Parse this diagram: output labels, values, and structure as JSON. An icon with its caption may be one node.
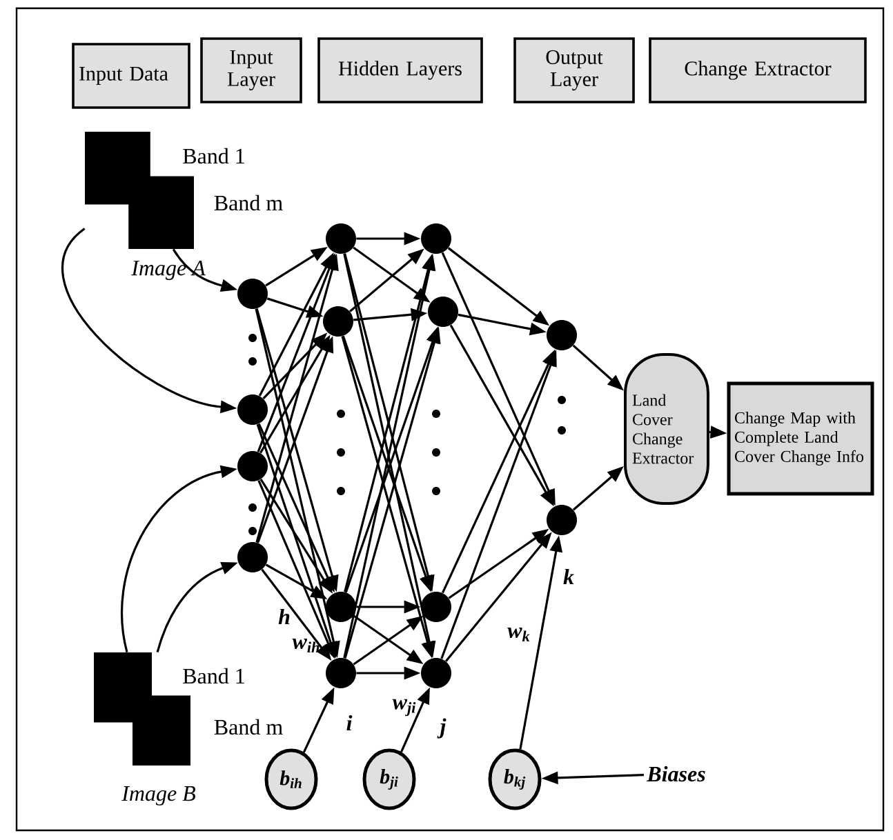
{
  "diagram": {
    "nodes": [
      {
        "text": [
          "Input Data"
        ]
      },
      {
        "text": [
          "Input Layer"
        ]
      },
      {
        "text": [
          "Hidden Layers"
        ]
      },
      {
        "text": [
          "Output Layer"
        ]
      },
      {
        "text": [
          "Change Extractor"
        ]
      },
      {
        "text": [],
        "shape": "picture",
        "beside": [
          "Band 1",
          "Band m",
          "Image A"
        ]
      },
      {
        "text": [],
        "shape": "picture",
        "beside": [
          "Band 1",
          "Band m",
          "Image B"
        ]
      },
      {
        "text": [],
        "shape": "circle"
      },
      {
        "text": [],
        "shape": "circle"
      },
      {
        "text": [],
        "shape": "circle"
      },
      {
        "text": [],
        "shape": "circle"
      },
      {
        "text": [],
        "shape": "circle"
      },
      {
        "text": [],
        "shape": "circle"
      },
      {
        "text": [],
        "shape": "circle"
      },
      {
        "text": [],
        "shape": "circle"
      },
      {
        "text": [],
        "shape": "circle"
      },
      {
        "text": [],
        "shape": "circle"
      },
      {
        "text": [],
        "shape": "circle"
      },
      {
        "text": [],
        "shape": "circle"
      },
      {
        "text": [],
        "shape": "circle"
      },
      {
        "text": [],
        "shape": "circle"
      },
      {
        "text": [
          "Land Cover Change Extractor"
        ]
      },
      {
        "text": [
          "Change Map with Complete Land Cover Change Info"
        ]
      },
      {
        "text": [
          "b$_{ih}$"
        ]
      },
      {
        "text": [
          "b$_{ji}$"
        ]
      },
      {
        "text": [
          "b$_{kj}$"
        ]
      },
      {
        "text": [
          "Biases"
        ]
      }
    ],
    "edges": [
      {
        "from": 5,
        "to": 7,
        "arrow": "to"
      },
      {
        "from": 5,
        "to": 8,
        "arrow": "to"
      },
      {
        "from": 6,
        "to": 9,
        "arrow": "to"
      },
      {
        "from": 6,
        "to": 10,
        "arrow": "to"
      },
      {
        "from": 7,
        "to": 11,
        "arrow": "to"
      },
      {
        "from": 7,
        "to": 12,
        "arrow": "to"
      },
      {
        "from": 7,
        "to": 13,
        "arrow": "to"
      },
      {
        "from": 7,
        "to": 14,
        "arrow": "to"
      },
      {
        "from": 8,
        "to": 11,
        "arrow": "to"
      },
      {
        "from": 8,
        "to": 12,
        "arrow": "to"
      },
      {
        "from": 8,
        "to": 13,
        "arrow": "to"
      },
      {
        "from": 8,
        "to": 14,
        "arrow": "to"
      },
      {
        "from": 9,
        "to": 11,
        "arrow": "to"
      },
      {
        "from": 9,
        "to": 12,
        "arrow": "to"
      },
      {
        "from": 9,
        "to": 13,
        "arrow": "to"
      },
      {
        "from": 9,
        "to": 14,
        "arrow": "to"
      },
      {
        "from": 10,
        "to": 11,
        "arrow": "to"
      },
      {
        "from": 10,
        "to": 12,
        "arrow": "to"
      },
      {
        "from": 10,
        "to": 13,
        "arrow": "to"
      },
      {
        "from": 10,
        "to": 14,
        "arrow": "to"
      },
      {
        "from": 11,
        "to": 15,
        "arrow": "to"
      },
      {
        "from": 11,
        "to": 16,
        "arrow": "to"
      },
      {
        "from": 11,
        "to": 17,
        "arrow": "to"
      },
      {
        "from": 11,
        "to": 18,
        "arrow": "to"
      },
      {
        "from": 12,
        "to": 15,
        "arrow": "to"
      },
      {
        "from": 12,
        "to": 16,
        "arrow": "to"
      },
      {
        "from": 12,
        "to": 17,
        "arrow": "to"
      },
      {
        "from": 12,
        "to": 18,
        "arrow": "to"
      },
      {
        "from": 13,
        "to": 15,
        "arrow": "to"
      },
      {
        "from": 13,
        "to": 16,
        "arrow": "to"
      },
      {
        "from": 13,
        "to": 17,
        "arrow": "to"
      },
      {
        "from": 13,
        "to": 18,
        "arrow": "to"
      },
      {
        "from": 14,
        "to": 15,
        "arrow": "to"
      },
      {
        "from": 14,
        "to": 16,
        "arrow": "to"
      },
      {
        "from": 14,
        "to": 17,
        "arrow": "to"
      },
      {
        "from": 14,
        "to": 18,
        "arrow": "to"
      },
      {
        "from": 15,
        "to": 19,
        "arrow": "to"
      },
      {
        "from": 15,
        "to": 20,
        "arrow": "to"
      },
      {
        "from": 16,
        "to": 19,
        "arrow": "to"
      },
      {
        "from": 16,
        "to": 20,
        "arrow": "to"
      },
      {
        "from": 17,
        "to": 19,
        "arrow": "to"
      },
      {
        "from": 17,
        "to": 20,
        "arrow": "to"
      },
      {
        "from": 18,
        "to": 19,
        "arrow": "to"
      },
      {
        "from": 18,
        "to": 20,
        "arrow": "to"
      },
      {
        "from": 19,
        "to": 21,
        "arrow": "to"
      },
      {
        "from": 20,
        "to": 21,
        "arrow": "to"
      },
      {
        "from": 21,
        "to": 22,
        "arrow": "to"
      },
      {
        "from": 23,
        "to": 14,
        "arrow": "to"
      },
      {
        "from": 24,
        "to": 18,
        "arrow": "to"
      },
      {
        "from": 25,
        "to": 20,
        "arrow": "to"
      },
      {
        "from": 26,
        "to": 25,
        "arrow": "to"
      }
    ],
    "labels": [
      "h",
      "w$_{ih}$",
      "i",
      "w$_{ji}$",
      "j",
      "w$_{k}$",
      "k"
    ]
  }
}
